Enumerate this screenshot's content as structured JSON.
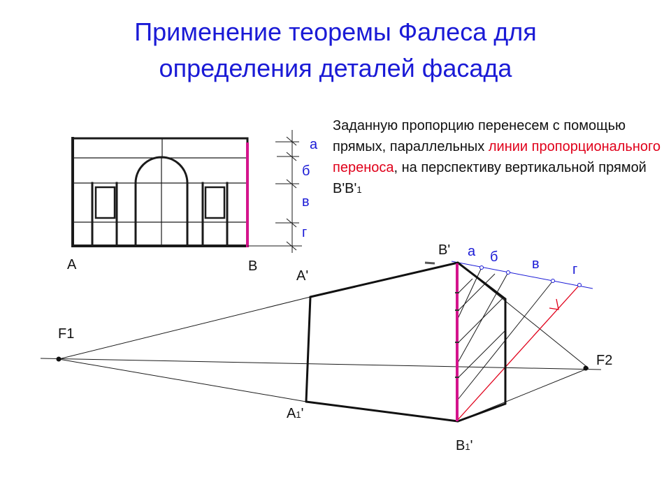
{
  "title": {
    "line1": "Применение теоремы Фалеса для",
    "line2": "определения деталей фасада"
  },
  "description": {
    "part1": "Заданную пропорцию перенесем с помощью прямых, параллельных ",
    "highlight": "линии пропорционального переноса",
    "part2": ", на перспективу вертикальной прямой В'В'",
    "sub": "1"
  },
  "labels": {
    "A": "А",
    "B": "В",
    "A_prime": "А'",
    "B_prime": "В'",
    "A1_main": "А",
    "A1_sub": "1",
    "A1_tail": "'",
    "B1_main": "В",
    "B1_sub": "1",
    "B1_tail": "'",
    "F1": "F1",
    "F2": "F2",
    "seg_a": "а",
    "seg_b": "б",
    "seg_v": "в",
    "seg_g": "г",
    "persp_a": "а",
    "persp_b": "б",
    "persp_v": "в",
    "persp_g": "г"
  },
  "colors": {
    "title": "#1a1ad6",
    "highlight": "#e0001a",
    "magenta": "#d4148c",
    "blue_line": "#1a1ad6",
    "red_line": "#e0001a"
  }
}
